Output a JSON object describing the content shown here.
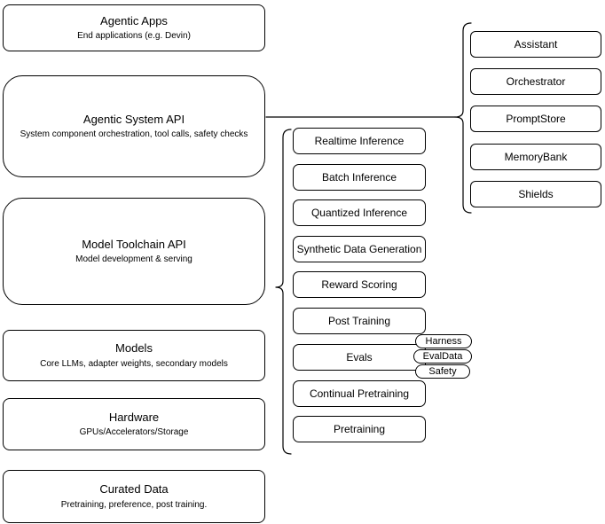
{
  "diagram": {
    "left_stack": [
      {
        "title": "Agentic Apps",
        "subtitle": "End applications (e.g. Devin)"
      },
      {
        "title": "Agentic System API",
        "subtitle": "System component orchestration, tool calls, safety checks"
      },
      {
        "title": "Model Toolchain API",
        "subtitle": "Model development & serving"
      },
      {
        "title": "Models",
        "subtitle": "Core LLMs, adapter weights, secondary models"
      },
      {
        "title": "Hardware",
        "subtitle": "GPUs/Accelerators/Storage"
      },
      {
        "title": "Curated Data",
        "subtitle": "Pretraining, preference, post training."
      }
    ],
    "toolchain_components": [
      {
        "label": "Realtime Inference"
      },
      {
        "label": "Batch Inference"
      },
      {
        "label": "Quantized Inference"
      },
      {
        "label": "Synthetic Data Generation"
      },
      {
        "label": "Reward Scoring"
      },
      {
        "label": "Post Training"
      },
      {
        "label": "Evals"
      },
      {
        "label": "Continual Pretraining"
      },
      {
        "label": "Pretraining"
      }
    ],
    "evals_tags": [
      {
        "label": "Harness"
      },
      {
        "label": "EvalData"
      },
      {
        "label": "Safety"
      }
    ],
    "system_components": [
      {
        "label": "Assistant"
      },
      {
        "label": "Orchestrator"
      },
      {
        "label": "PromptStore"
      },
      {
        "label": "MemoryBank"
      },
      {
        "label": "Shields"
      }
    ],
    "colors": {
      "stroke": "#000000",
      "background": "#ffffff",
      "text": "#000000"
    }
  }
}
